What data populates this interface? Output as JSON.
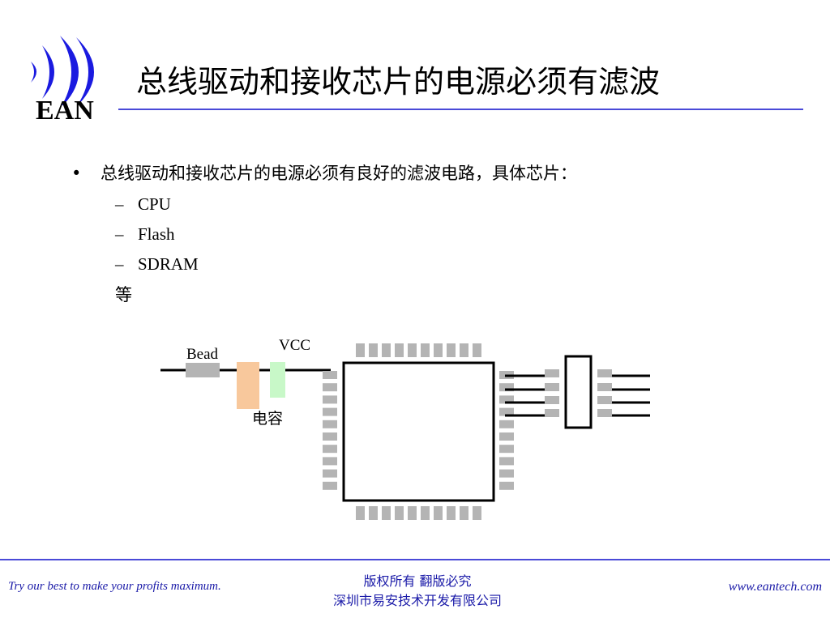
{
  "logo": {
    "text": "EAN",
    "brand_color": "#1a1ae0"
  },
  "title": "总线驱动和接收芯片的电源必须有滤波",
  "content": {
    "bullet": "总线驱动和接收芯片的电源必须有良好的滤波电路，具体芯片：",
    "bullet_marker": "•",
    "dash_marker": "–",
    "sub_items": [
      "CPU",
      "Flash",
      "SDRAM"
    ],
    "etc": "等"
  },
  "diagram": {
    "bead_label": "Bead",
    "vcc_label": "VCC",
    "capacitor_label": "电容",
    "colors": {
      "bead": "#b4b4b4",
      "cap_orange": "#f8c89c",
      "cap_green": "#c8f8c8",
      "pins": "#b4b4b4"
    }
  },
  "footer": {
    "slogan": "Try our best to make your profits maximum.",
    "copyright_line1": "版权所有  翻版必究",
    "copyright_line2": "深圳市易安技术开发有限公司",
    "website": "www.eantech.com"
  }
}
